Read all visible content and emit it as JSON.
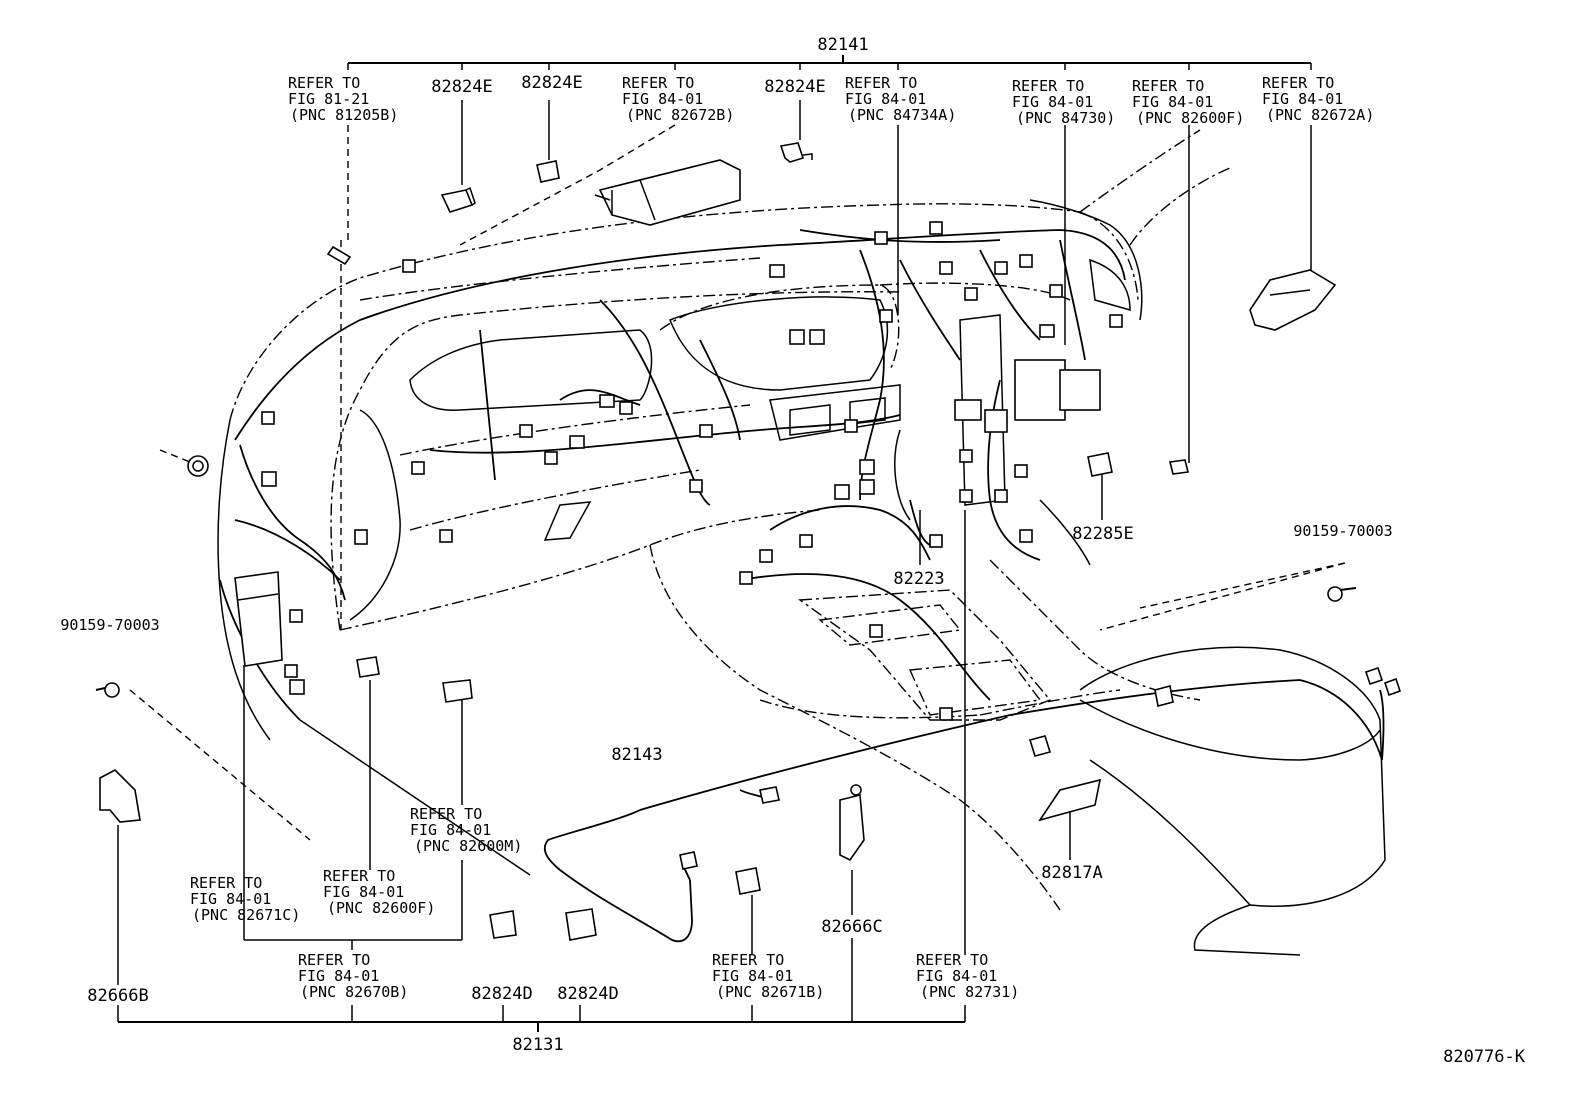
{
  "diagram_code": "820776-K",
  "part_numbers": {
    "top_assembly": "82141",
    "bottom_assembly": "82131",
    "center_harness": "82143",
    "n82824E_a": "82824E",
    "n82824E_b": "82824E",
    "n82824E_c": "82824E",
    "n82824D_a": "82824D",
    "n82824D_b": "82824D",
    "n82285E": "82285E",
    "n82223": "82223",
    "n82817A": "82817A",
    "n82666C": "82666C",
    "n82666B": "82666B",
    "bolt_right": "90159-70003",
    "bolt_left": "90159-70003"
  },
  "references": [
    {
      "id": "ref-81205B",
      "line1": "REFER TO",
      "line2": "FIG 81-21",
      "line3": "(PNC 81205B)"
    },
    {
      "id": "ref-82672B",
      "line1": "REFER TO",
      "line2": "FIG 84-01",
      "line3": "(PNC 82672B)"
    },
    {
      "id": "ref-84734A",
      "line1": "REFER TO",
      "line2": "FIG 84-01",
      "line3": "(PNC 84734A)"
    },
    {
      "id": "ref-84730",
      "line1": "REFER TO",
      "line2": "FIG 84-01",
      "line3": "(PNC 84730)"
    },
    {
      "id": "ref-82600F-top",
      "line1": "REFER TO",
      "line2": "FIG 84-01",
      "line3": "(PNC 82600F)"
    },
    {
      "id": "ref-82672A",
      "line1": "REFER TO",
      "line2": "FIG 84-01",
      "line3": "(PNC 82672A)"
    },
    {
      "id": "ref-82600M",
      "line1": "REFER TO",
      "line2": "FIG 84-01",
      "line3": "(PNC 82600M)"
    },
    {
      "id": "ref-82671C",
      "line1": "REFER TO",
      "line2": "FIG 84-01",
      "line3": "(PNC 82671C)"
    },
    {
      "id": "ref-82600F-bottom",
      "line1": "REFER TO",
      "line2": "FIG 84-01",
      "line3": "(PNC 82600F)"
    },
    {
      "id": "ref-82670B",
      "line1": "REFER TO",
      "line2": "FIG 84-01",
      "line3": "(PNC 82670B)"
    },
    {
      "id": "ref-82671B",
      "line1": "REFER TO",
      "line2": "FIG 84-01",
      "line3": "(PNC 82671B)"
    },
    {
      "id": "ref-82731",
      "line1": "REFER TO",
      "line2": "FIG 84-01",
      "line3": "(PNC 82731)"
    }
  ]
}
